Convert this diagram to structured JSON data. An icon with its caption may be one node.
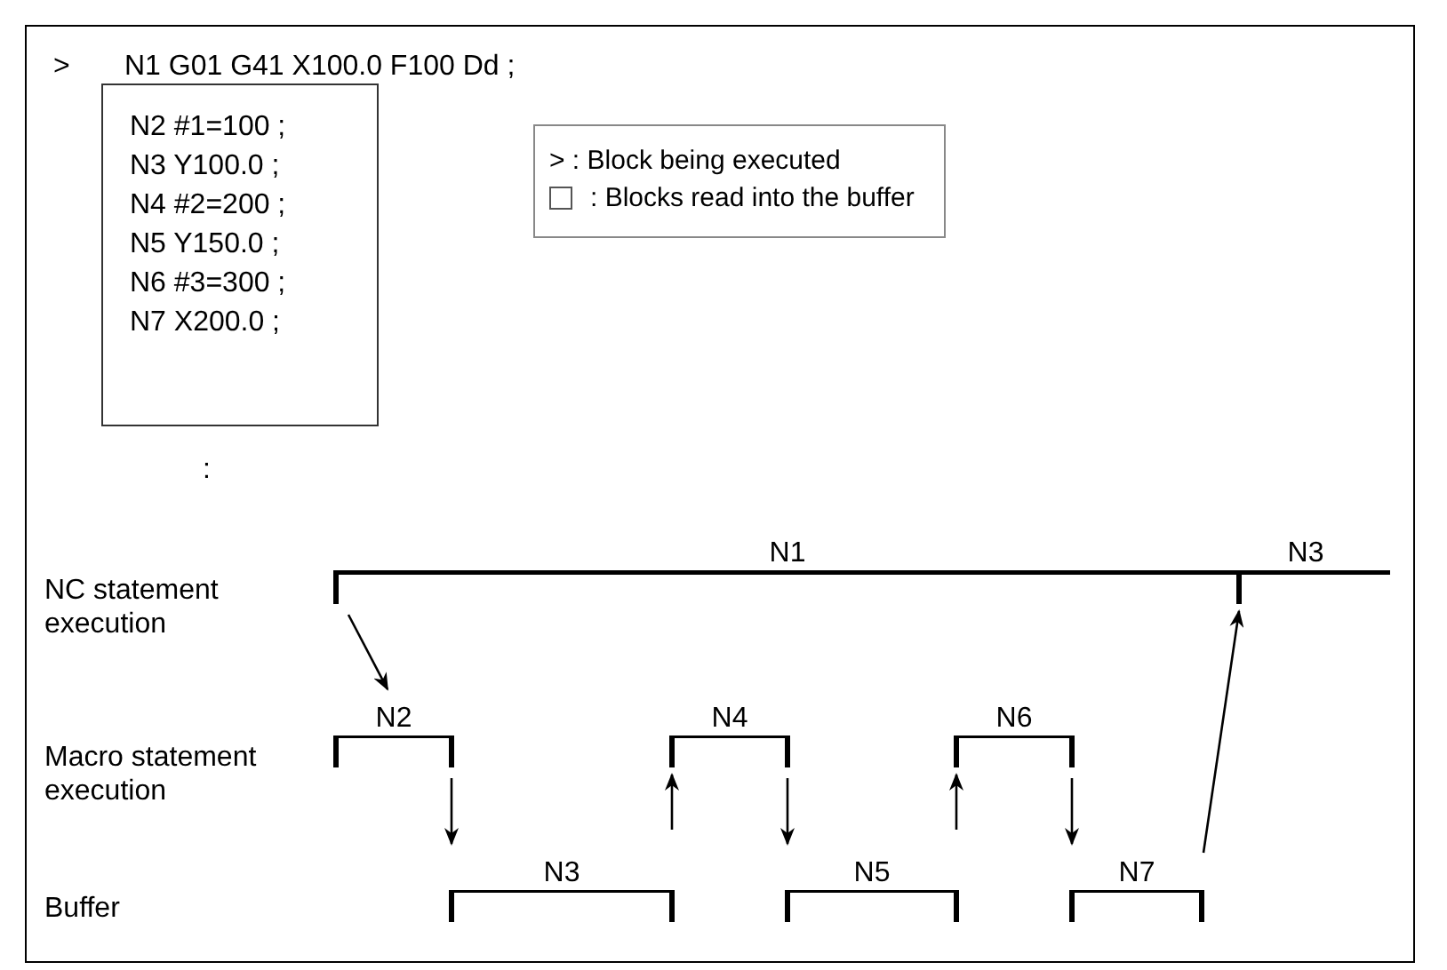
{
  "diagram": {
    "nodes": [
      {
        "text": [
          "N2 #1=100 ;",
          "N3 Y100.0 ;",
          "N4 #2=200 ;",
          "N5 Y150.0 ;",
          "N6 #3=300 ;",
          "N7 X200.0 ;"
        ]
      },
      {
        "text": [
          "N1"
        ]
      },
      {
        "text": [
          "N3"
        ]
      },
      {
        "text": [
          "N2"
        ]
      },
      {
        "text": [
          "N4"
        ]
      },
      {
        "text": [
          "N6"
        ]
      },
      {
        "text": [
          "N3"
        ]
      },
      {
        "text": [
          "N5"
        ]
      },
      {
        "text": [
          "N7"
        ]
      }
    ],
    "edges": [
      {
        "from": 1,
        "to": 3,
        "arrow": "to"
      },
      {
        "from": 3,
        "to": 6,
        "arrow": "to"
      },
      {
        "from": 6,
        "to": 4,
        "arrow": "to"
      },
      {
        "from": 4,
        "to": 7,
        "arrow": "to"
      },
      {
        "from": 7,
        "to": 5,
        "arrow": "to"
      },
      {
        "from": 5,
        "to": 8,
        "arrow": "to"
      },
      {
        "from": 8,
        "to": 2,
        "arrow": "to"
      }
    ],
    "labels": [
      ">",
      "N1 G01 G41 X100.0 F100 Dd ;",
      ":",
      "NC statement execution",
      "Macro statement execution",
      "Buffer"
    ],
    "legend": [
      {
        "text": "> : Block being executed"
      },
      {
        "text": ": Blocks read into the buffer"
      }
    ]
  }
}
